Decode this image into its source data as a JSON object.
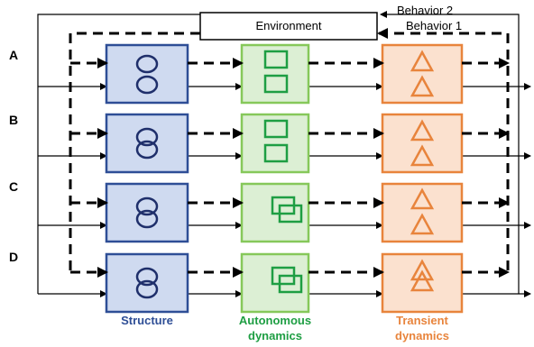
{
  "environment_label": "Environment",
  "behavior_labels": [
    "Behavior 2",
    "Behavior 1"
  ],
  "rows": [
    "A",
    "B",
    "C",
    "D"
  ],
  "columns": {
    "structure": {
      "label": [
        "Structure"
      ],
      "fill": "#cfdaf0",
      "stroke": "#2e4e96",
      "icon": "circles"
    },
    "autonomous": {
      "label": [
        "Autonomous",
        "dynamics"
      ],
      "fill": "#dcefd4",
      "stroke": "#86c85a",
      "icon_color": "#1e9e43",
      "icon": "squares"
    },
    "transient": {
      "label": [
        "Transient",
        "dynamics"
      ],
      "fill": "#fbe1cf",
      "stroke": "#e8843c",
      "icon": "triangles"
    }
  },
  "colors": {
    "structure_text": "#2e4e96",
    "autonomous_text": "#1e9e43",
    "transient_text": "#e8843c"
  }
}
